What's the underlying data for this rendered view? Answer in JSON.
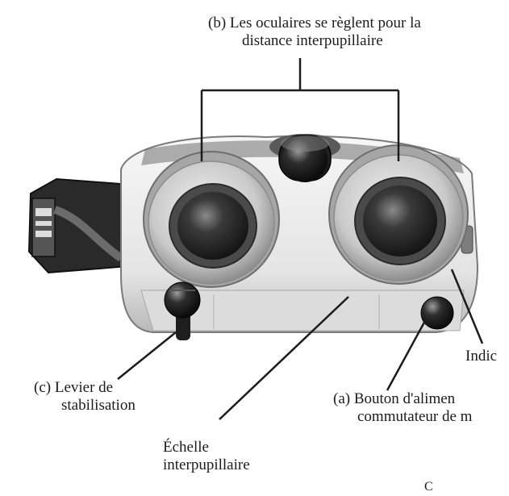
{
  "labels": {
    "oculaires": {
      "line1": "(b)  Les oculaires se règlent pour la",
      "line2": "distance interpupillaire"
    },
    "levier": {
      "line1": "(c)  Levier de",
      "line2": "stabilisation"
    },
    "echelle": {
      "line1": "Échelle",
      "line2": "interpupillaire"
    },
    "bouton": {
      "line1": "(a)  Bouton d'alimen",
      "line2": "commutateur de m"
    },
    "indicateur": "Indic",
    "corner_text": "C"
  },
  "colors": {
    "ink": "#1c1c1c",
    "body_light": "#eeeeee",
    "body_shadow": "#9a9a9a",
    "ring": "#c8c8c8",
    "lens": "#303030",
    "knob": "#202020"
  }
}
